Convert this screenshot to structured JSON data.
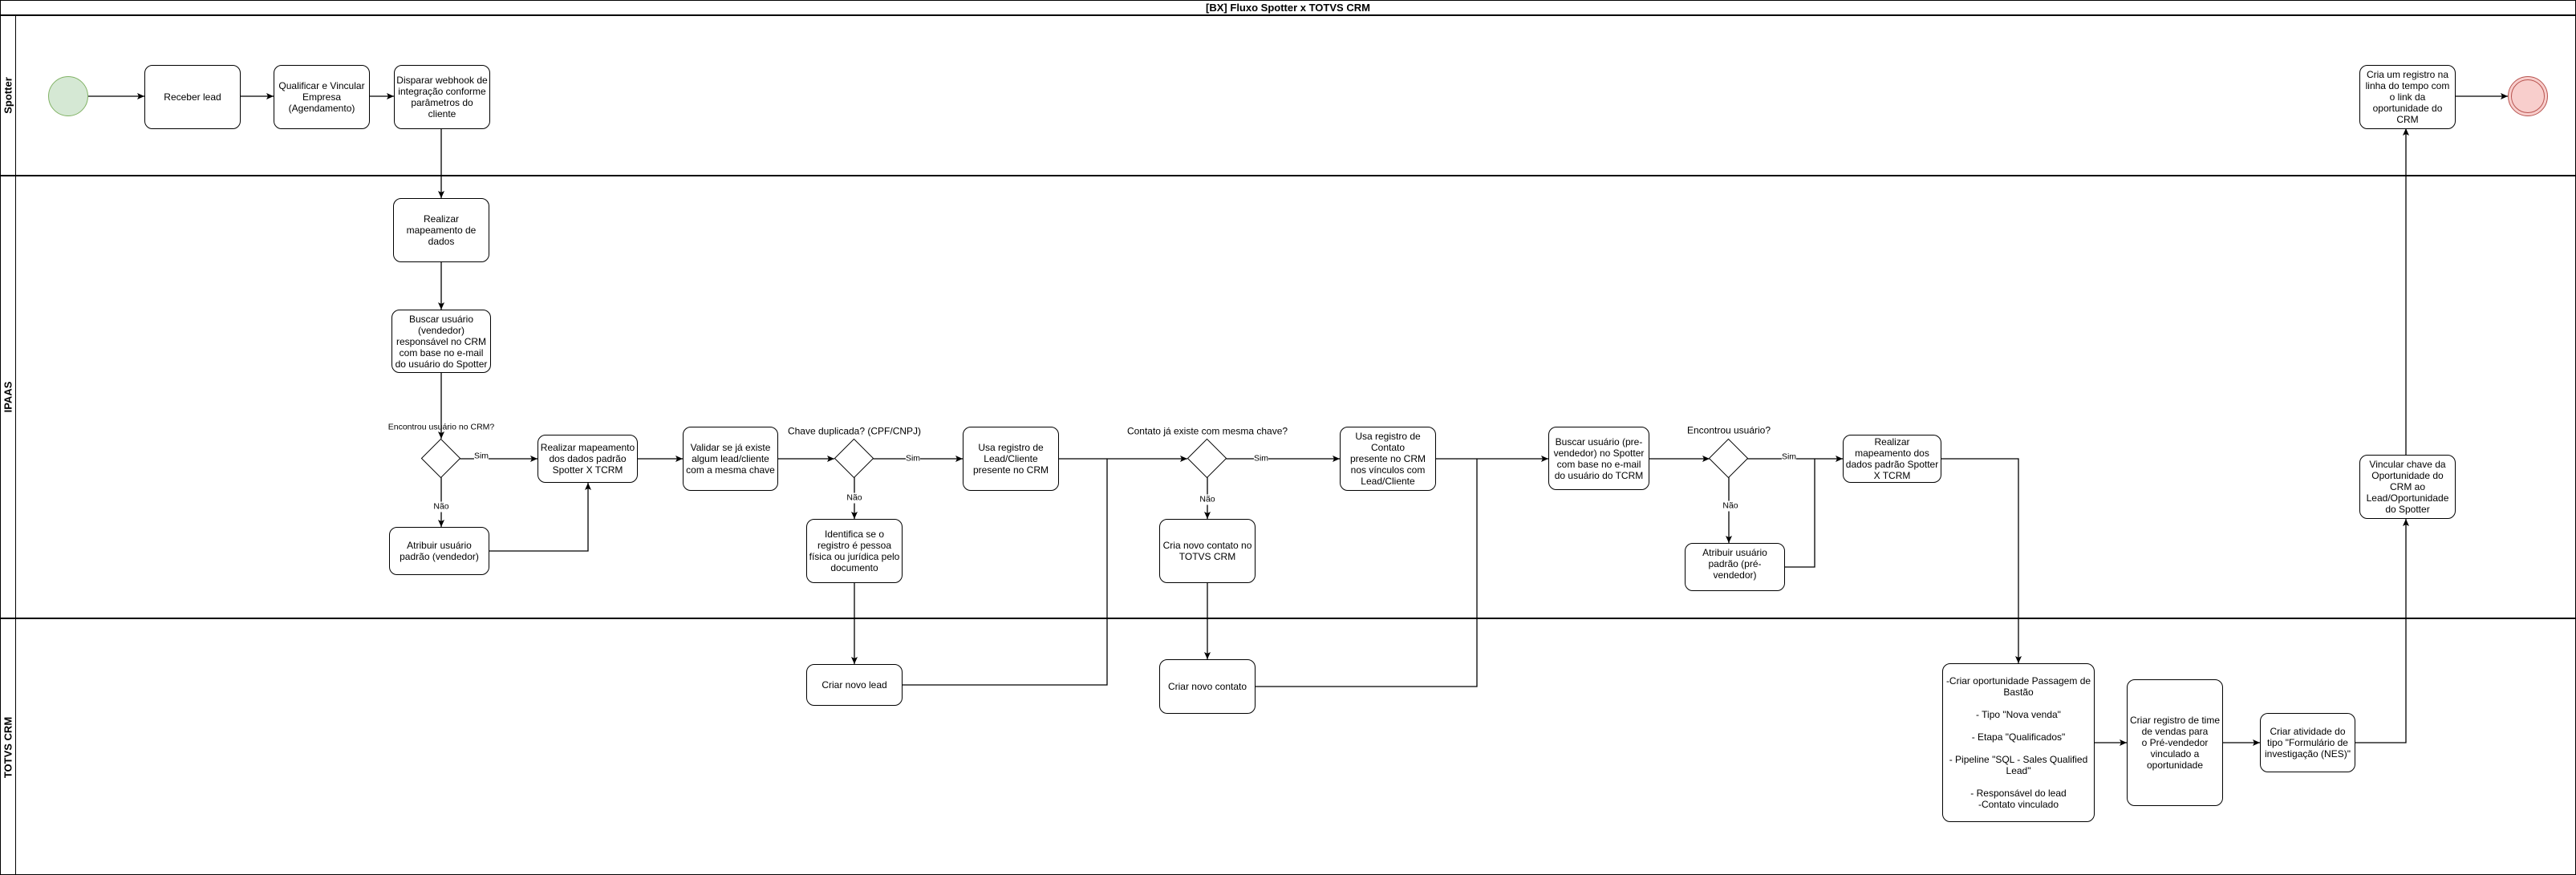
{
  "title": "[BX] Fluxo Spotter x TOTVS CRM",
  "lanes": [
    "Spotter",
    "IPAAS",
    "TOTVS CRM"
  ],
  "nodes": {
    "receber_lead": "Receber lead",
    "qualificar": "Qualificar e Vincular Empresa\n(Agendamento)",
    "disparar": "Disparar webhook de integração  conforme parâmetros do cliente",
    "cria_registro_timeline": "Cria um registro na linha do tempo com o link da oportunidade do CRM",
    "mapeamento_dados": "Realizar mapeamento de dados",
    "buscar_vendedor": "Buscar usuário (vendedor) responsável no CRM com base no e-mail do usuário do Spotter",
    "mapeamento_padrao_1": "Realizar mapeamento dos dados padrão Spotter X TCRM",
    "atribuir_vendedor": "Atribuir usuário padrão (vendedor)",
    "validar_chave": "Validar se já existe algum lead/cliente com a mesma chave",
    "identifica_pessoa": "Identifica se o registro é pessoa física ou jurídica pelo documento",
    "usa_lead_cliente": "Usa registro de Lead/Cliente presente no CRM",
    "cria_contato_totvs": "Cria novo contato no TOTVS CRM",
    "usa_contato": "Usa registro de Contato\npresente no CRM nos vínculos com Lead/Cliente",
    "buscar_prevendedor": "Buscar usuário (pre-vendedor) no Spotter com base no e-mail do usuário do TCRM",
    "atribuir_prevendedor": "Atribuir usuário padrão (pré-vendedor)",
    "mapeamento_padrao_2": "Realizar mapeamento dos dados padrão Spotter X TCRM",
    "vincular_chave": "Vincular chave da Oportunidade do CRM ao Lead/Oportunidade do Spotter",
    "criar_lead": "Criar novo lead",
    "criar_contato": "Criar novo contato",
    "criar_oportunidade": "-Criar oportunidade Passagem de Bastão\n\n- Tipo \"Nova venda\"\n\n- Etapa \"Qualificados\"\n\n- Pipeline \"SQL - Sales Qualified Lead\"\n\n- Responsável do lead\n-Contato vinculado",
    "criar_time_vendas": "Criar registro de time de vendas para\no Pré-vendedor vinculado a oportunidade",
    "criar_atividade": "Criar atividade do tipo  \"Formulário de investigação (NES)\""
  },
  "gateways": {
    "encontrou_crm": "Encontrou usuário no CRM?",
    "chave_duplicada": "Chave duplicada? (CPF/CNPJ)",
    "contato_existe": "Contato já existe com mesma chave?",
    "encontrou_usuario": "Encontrou usuário?"
  },
  "edge_labels": {
    "yes": "Sim",
    "no": "Não"
  },
  "colors": {
    "start_fill": "#d5e8d4",
    "start_stroke": "#82b366",
    "end_fill": "#f8cecc",
    "end_stroke": "#b85450"
  }
}
